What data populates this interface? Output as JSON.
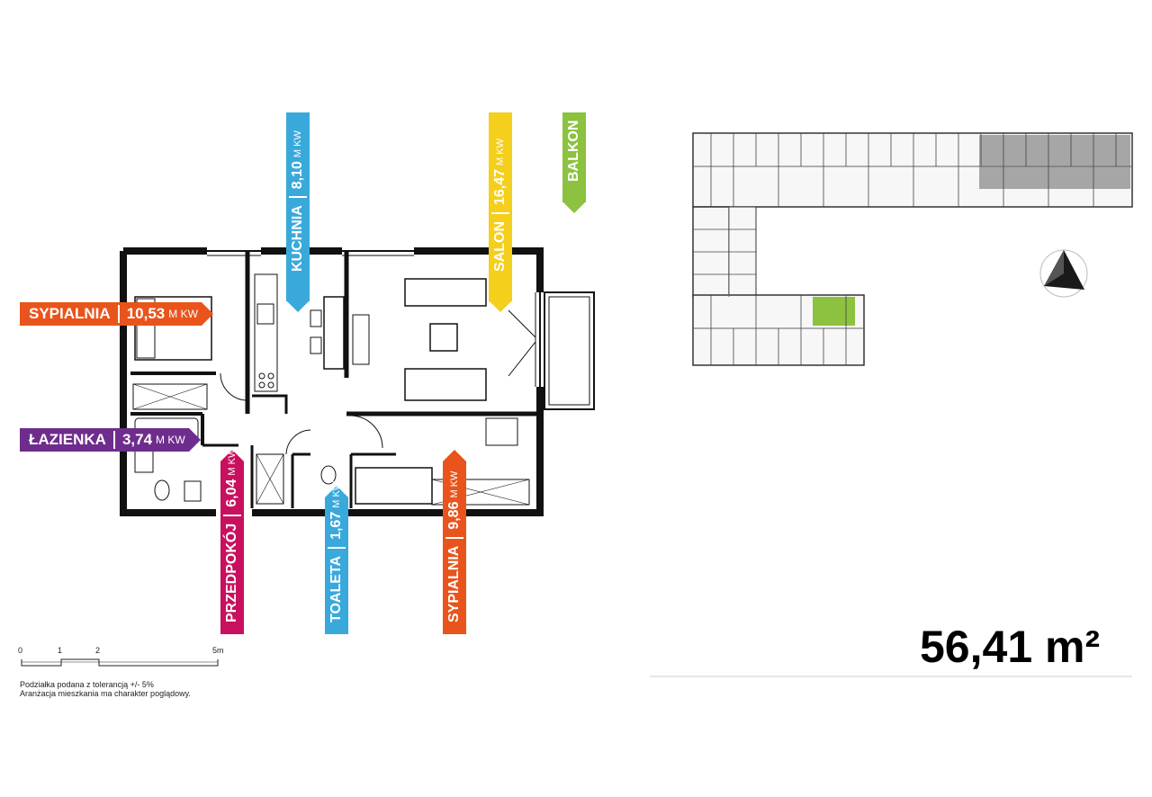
{
  "colors": {
    "orange": "#e8541c",
    "blue": "#39a9dc",
    "yellow": "#f4cf1b",
    "green": "#8cc23f",
    "purple": "#6e2d8c",
    "magenta": "#c8115e",
    "highlight": "#8cc23f"
  },
  "rooms": {
    "sypialnia1": {
      "name": "SYPIALNIA",
      "value": "10,53",
      "unit": "M KW"
    },
    "lazienka": {
      "name": "ŁAZIENKA",
      "value": "3,74",
      "unit": "M KW"
    },
    "kuchnia": {
      "name": "KUCHNIA",
      "value": "8,10",
      "unit": "M KW"
    },
    "salon": {
      "name": "SALON",
      "value": "16,47",
      "unit": "M KW"
    },
    "balkon": {
      "name": "BALKON"
    },
    "przedpokoj": {
      "name": "PRZEDPOKÓJ",
      "value": "6,04",
      "unit": "M KW"
    },
    "toaleta": {
      "name": "TOALETA",
      "value": "1,67",
      "unit": "M KW"
    },
    "sypialnia2": {
      "name": "SYPIALNIA",
      "value": "9,86",
      "unit": "M KW"
    }
  },
  "scale": {
    "ticks": [
      "0",
      "1",
      "2",
      "5m"
    ]
  },
  "notes": {
    "line1": "Podziałka podana z tolerancją +/- 5%",
    "line2": "Aranżacja mieszkania ma charakter poglądowy."
  },
  "total_area": "56,41 m²",
  "icons": {
    "compass": "compass-icon"
  }
}
